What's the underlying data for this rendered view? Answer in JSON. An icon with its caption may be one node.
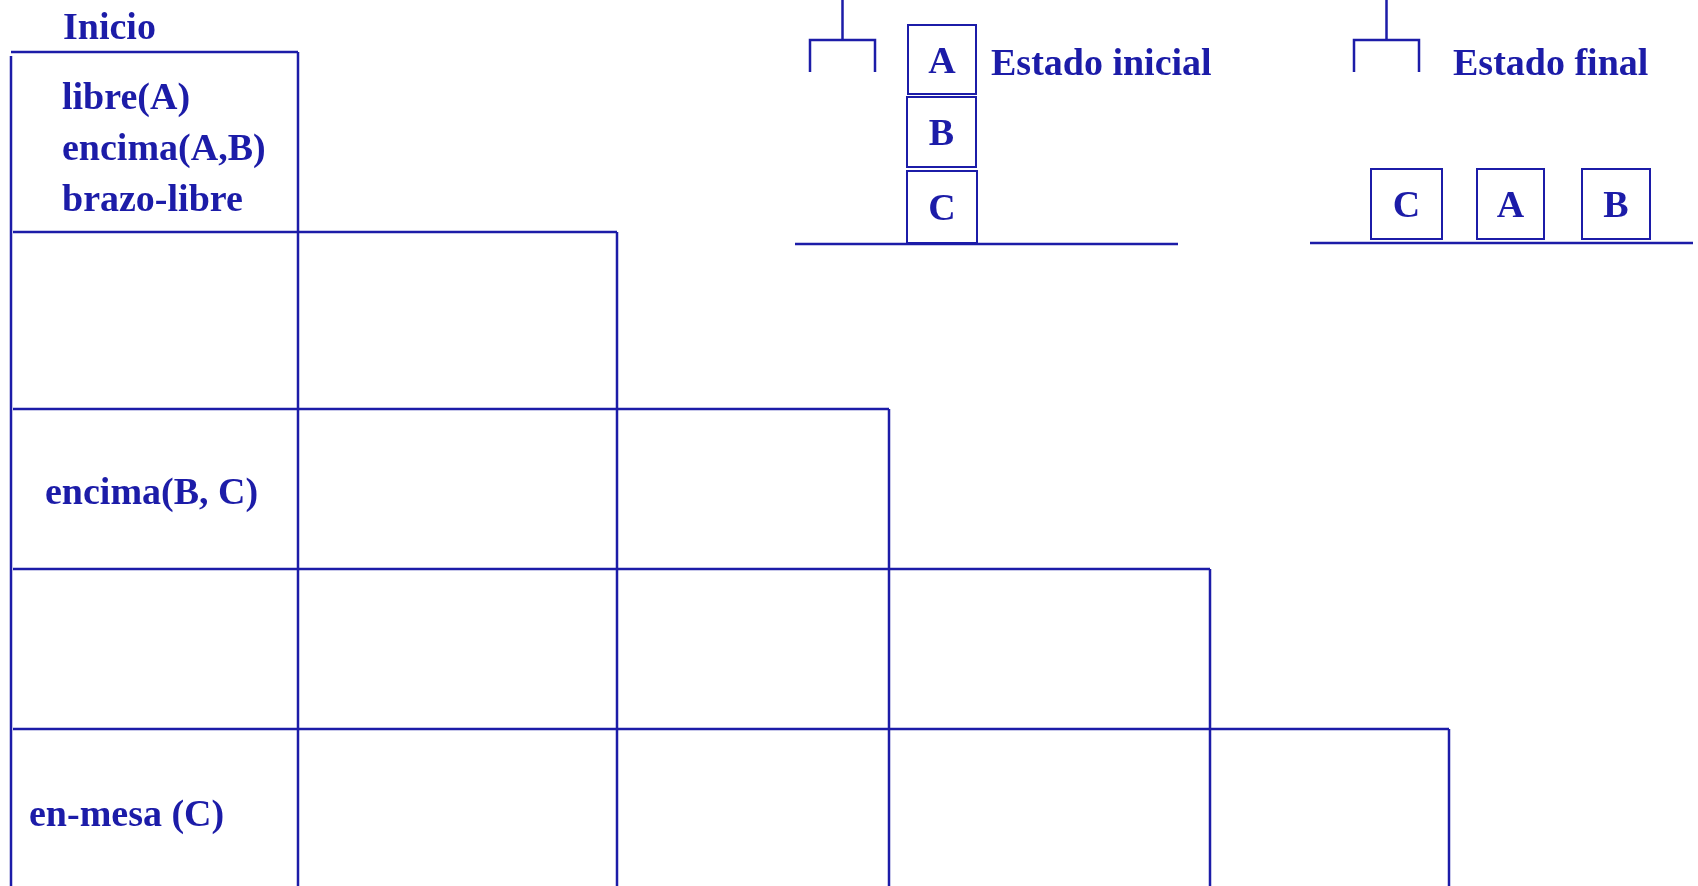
{
  "diagram": {
    "nodes": [
      {
        "text": [
          "A"
        ]
      },
      {
        "text": [
          "B"
        ]
      },
      {
        "text": [
          "C"
        ]
      },
      {
        "text": [
          "C"
        ]
      },
      {
        "text": [
          "A"
        ]
      },
      {
        "text": [
          "B"
        ]
      }
    ],
    "labels": [
      "Inicio",
      "Estado inicial",
      "Estado final",
      "libre(A)",
      "encima(A,B)",
      "brazo-libre",
      "encima(B, C)",
      "en-mesa (C)"
    ]
  }
}
